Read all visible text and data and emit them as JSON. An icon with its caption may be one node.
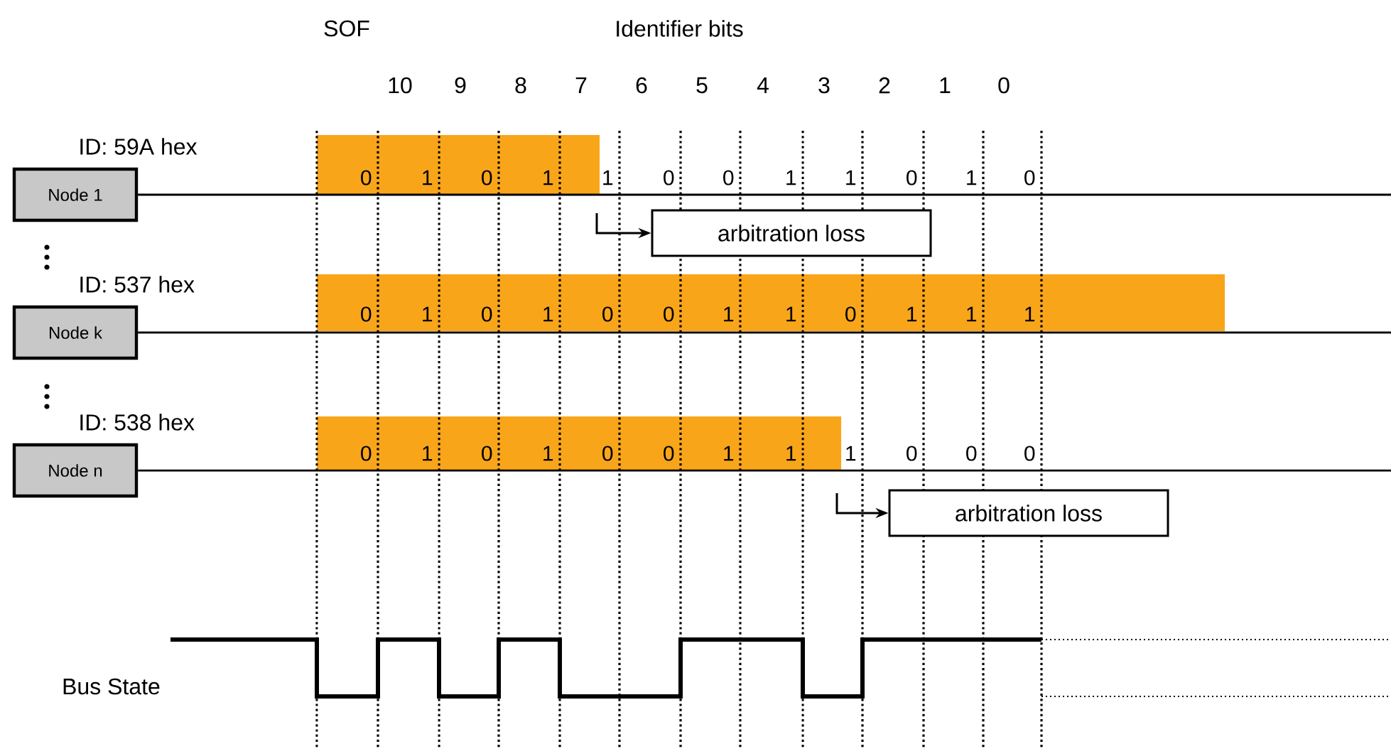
{
  "diagram": {
    "nodes": [
      {
        "text": [
          "Node 1"
        ],
        "beside": [
          "ID: 59A hex"
        ]
      },
      {
        "text": [
          "arbitration loss"
        ]
      },
      {
        "text": [
          "Node k"
        ],
        "beside": [
          "ID: 537 hex"
        ]
      },
      {
        "text": [
          "Node n"
        ],
        "beside": [
          "ID: 538 hex"
        ]
      },
      {
        "text": [
          "arbitration loss"
        ]
      }
    ],
    "edges": [
      {
        "from": 0,
        "to": null,
        "arrow": "none"
      },
      {
        "from": null,
        "to": 1,
        "arrow": "to"
      },
      {
        "from": 2,
        "to": null,
        "arrow": "none"
      },
      {
        "from": 3,
        "to": null,
        "arrow": "none"
      },
      {
        "from": null,
        "to": 4,
        "arrow": "to"
      }
    ],
    "labels": [
      "SOF",
      "Identifier bits",
      "10",
      "9",
      "8",
      "7",
      "6",
      "5",
      "4",
      "3",
      "2",
      "1",
      "0",
      "0",
      "1",
      "0",
      "1",
      "1",
      "0",
      "0",
      "1",
      "1",
      "0",
      "1",
      "0",
      "0",
      "1",
      "0",
      "1",
      "0",
      "0",
      "1",
      "1",
      "0",
      "1",
      "1",
      "1",
      "0",
      "1",
      "0",
      "1",
      "0",
      "0",
      "1",
      "1",
      "1",
      "0",
      "0",
      "0",
      "Bus State"
    ]
  }
}
